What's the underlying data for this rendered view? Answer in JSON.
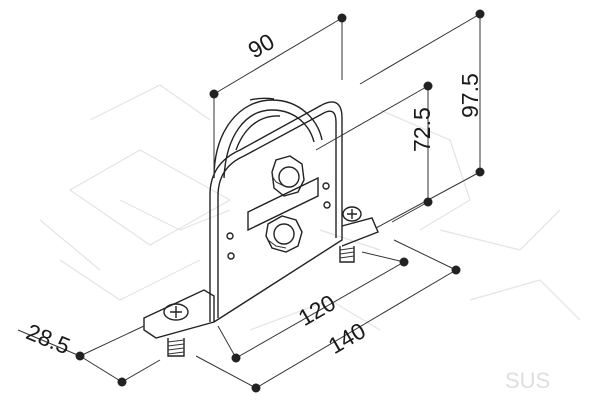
{
  "dimensions": {
    "width_top": "90",
    "height_total": "97.5",
    "height_axle": "72.5",
    "length_inner": "120",
    "length_outer": "140",
    "base_width": "28.5"
  },
  "watermark": "SUS",
  "colors": {
    "line": "#222222",
    "ghost": "#dedede",
    "background": "#ffffff"
  },
  "icons": [
    "nut-icon",
    "hex-bolt-icon",
    "screw-icon",
    "wheel-icon",
    "dimension-dot-icon"
  ]
}
